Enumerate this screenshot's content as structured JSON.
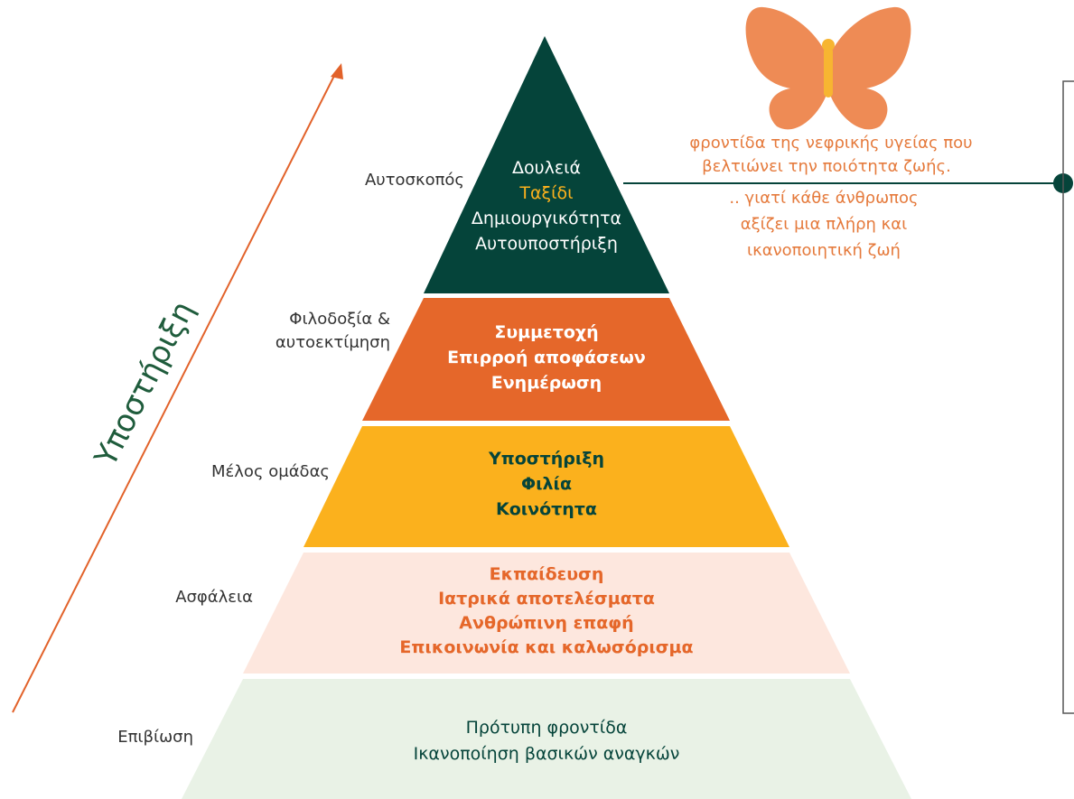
{
  "colors": {
    "dark_green": "#05443A",
    "orange": "#E5672A",
    "yellow": "#FBB11D",
    "light_peach": "#FDE7DE",
    "light_green": "#E9F2E6",
    "white": "#FFFFFF",
    "text_dark": "#05443A",
    "text_orange": "#E5672A",
    "message_orange": "#E57A3C",
    "butterfly": "#EE8B55",
    "butterfly_body": "#F7B531",
    "axis_orange": "#E2622A",
    "axis_label_green": "#1F5C3C",
    "bracket_gray": "#555555"
  },
  "axis": {
    "label": "Υποστήριξη",
    "arrow_icon": "arrow-up-right-icon"
  },
  "levels": [
    {
      "id": "self-actualization",
      "side_label_lines": [
        "Αυτοσκοπός"
      ],
      "lines": [
        "Δουλειά",
        "Ταξίδι",
        "Δημιουργικότητα",
        "Αυτουποστήριξη"
      ],
      "line_colors": [
        "#FFFFFF",
        "#FBB11D",
        "#FFFFFF",
        "#FFFFFF"
      ],
      "bold": false
    },
    {
      "id": "esteem",
      "side_label_lines": [
        "Φιλοδοξία &",
        "αυτοεκτίμηση"
      ],
      "lines": [
        "Συμμετοχή",
        "Επιρροή αποφάσεων",
        "Ενημέρωση"
      ],
      "line_colors": [
        "#FFFFFF",
        "#FFFFFF",
        "#FFFFFF"
      ],
      "bold": true
    },
    {
      "id": "belonging",
      "side_label_lines": [
        "Μέλος ομάδας"
      ],
      "lines": [
        "Υποστήριξη",
        "Φιλία",
        "Κοινότητα"
      ],
      "line_colors": [
        "#05443A",
        "#05443A",
        "#05443A"
      ],
      "bold": true
    },
    {
      "id": "safety",
      "side_label_lines": [
        "Ασφάλεια"
      ],
      "lines": [
        "Εκπαίδευση",
        "Ιατρικά αποτελέσματα",
        "Ανθρώπινη επαφή",
        "Επικοινωνία και καλωσόρισμα"
      ],
      "line_colors": [
        "#E5672A",
        "#E5672A",
        "#E5672A",
        "#E5672A"
      ],
      "bold": true
    },
    {
      "id": "survival",
      "side_label_lines": [
        "Επιβίωση"
      ],
      "lines": [
        "Πρότυπη φροντίδα",
        "Ικανοποίηση βασικών αναγκών"
      ],
      "line_colors": [
        "#05443A",
        "#05443A"
      ],
      "bold": false
    }
  ],
  "message": {
    "line1": "φροντίδα της νεφρικής υγείας που",
    "line2": "βελτιώνει την ποιότητα ζωής.",
    "line3": ".. γιατί κάθε άνθρωπος",
    "line4": "αξίζει μια πλήρη και",
    "line5": "ικανοποιητική ζωή"
  },
  "icons": {
    "butterfly": "butterfly-icon",
    "connector_dot": "connector-dot-icon"
  }
}
